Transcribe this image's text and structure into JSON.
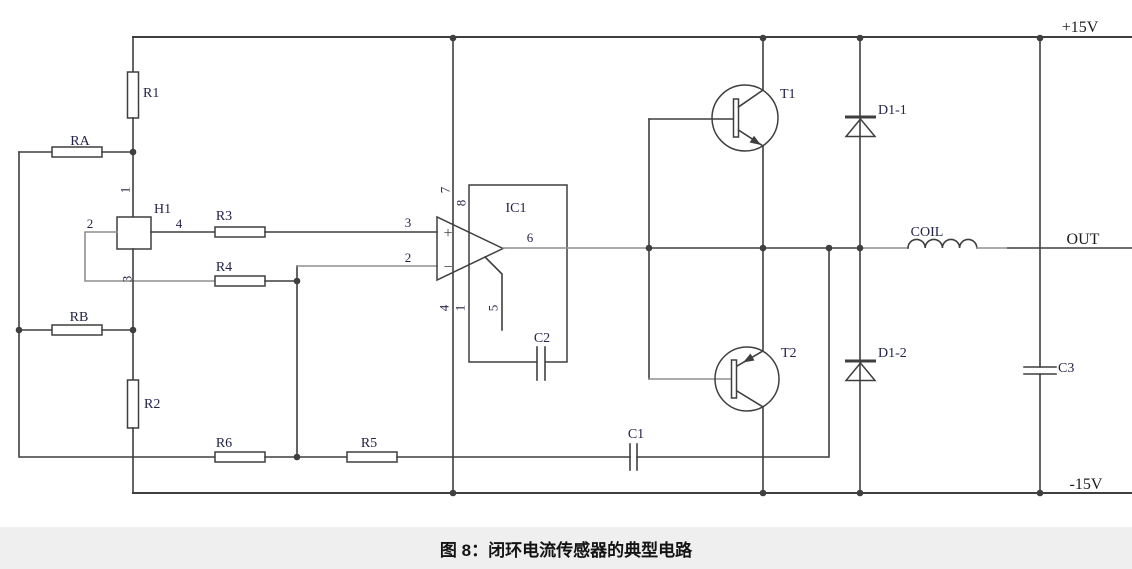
{
  "caption": "图 8：闭环电流传感器的典型电路",
  "rails": {
    "vplus": "+15V",
    "vminus": "-15V",
    "out": "OUT"
  },
  "components": {
    "r1": "R1",
    "r2": "R2",
    "r3": "R3",
    "r4": "R4",
    "r5": "R5",
    "r6": "R6",
    "ra": "RA",
    "rb": "RB",
    "h1": "H1",
    "ic1": "IC1",
    "c1": "C1",
    "c2": "C2",
    "c3": "C3",
    "coil": "COIL",
    "t1": "T1",
    "t2": "T2",
    "d1_1": "D1-1",
    "d1_2": "D1-2"
  },
  "h1_pins": {
    "p1": "1",
    "p2": "2",
    "p3": "3",
    "p4": "4"
  },
  "ic1_pins": {
    "p1": "1",
    "p2": "2",
    "p3": "3",
    "p4": "4",
    "p5": "5",
    "p6": "6",
    "p7": "7",
    "p8": "8",
    "plus": "+",
    "minus": "−"
  },
  "colors": {
    "wire": "#3f3f3f",
    "wire_gray": "#8f8f8f",
    "label": "#232347",
    "caption_bg": "#efefef",
    "caption_text": "#141414"
  }
}
